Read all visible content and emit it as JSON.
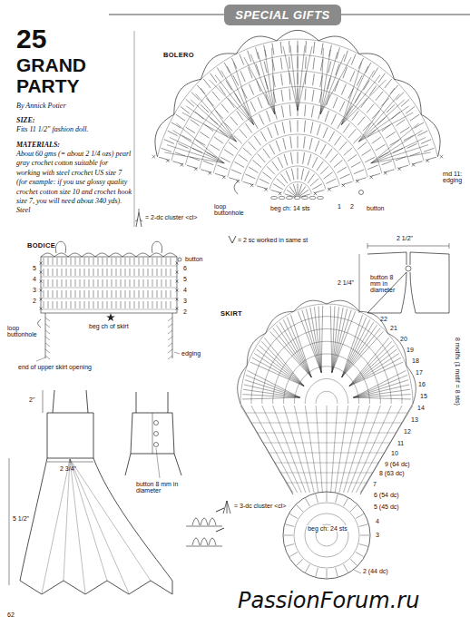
{
  "diagram": {
    "title": "GRAND PARTY",
    "nodes": [
      {
        "text": [
          "SPECIAL GIFTS"
        ]
      }
    ],
    "labels": [
      "25",
      "By Annick Potier",
      "SIZE:",
      "Fits 11 1/2\" fashion doll.",
      "MATERIALS:",
      "About 60 gms (= about 2 1/4 ozs) pearl gray crochet cotton suitable for working with steel crochet US size 7 (for example: if you use glossy quality crochet cotton size 10 and crochet hook size 7, you will need about 340 yds). Steel",
      "BOLERO",
      "rnd 11: edging",
      "beg ch: 14 sts",
      "loop buttonhole",
      "1",
      "2",
      "button",
      "BODICE",
      "button",
      "6",
      "5",
      "4",
      "3",
      "2",
      "5",
      "4",
      "3",
      "2",
      "beg ch of skirt",
      "loop buttonhole",
      "edging",
      "end of upper skirt opening",
      "2 1/2\"",
      "2 1/4\"",
      "button 8 mm in diameter",
      "SKIRT",
      "22",
      "21",
      "20",
      "19",
      "18",
      "17",
      "16",
      "15",
      "14",
      "13",
      "12",
      "11",
      "10",
      "9 (64 dc)",
      "8 (63 dc)",
      "7",
      "6 (54 dc)",
      "5 (45 dc)",
      "4",
      "3",
      "2 (44 dc)",
      "8 motifs (1 motif = 8 sts)",
      "beg ch: 24 sts",
      "2\"",
      "2 3/4\"",
      "5 1/2\"",
      "button 8 mm in diameter",
      "62",
      "PassionForum.ru"
    ],
    "legend": [
      {
        "text": "= 2-dc cluster <cl>"
      },
      {
        "text": "= 2 sc worked in same st"
      },
      {
        "text": "= 3-dc cluster <cl>"
      }
    ]
  }
}
